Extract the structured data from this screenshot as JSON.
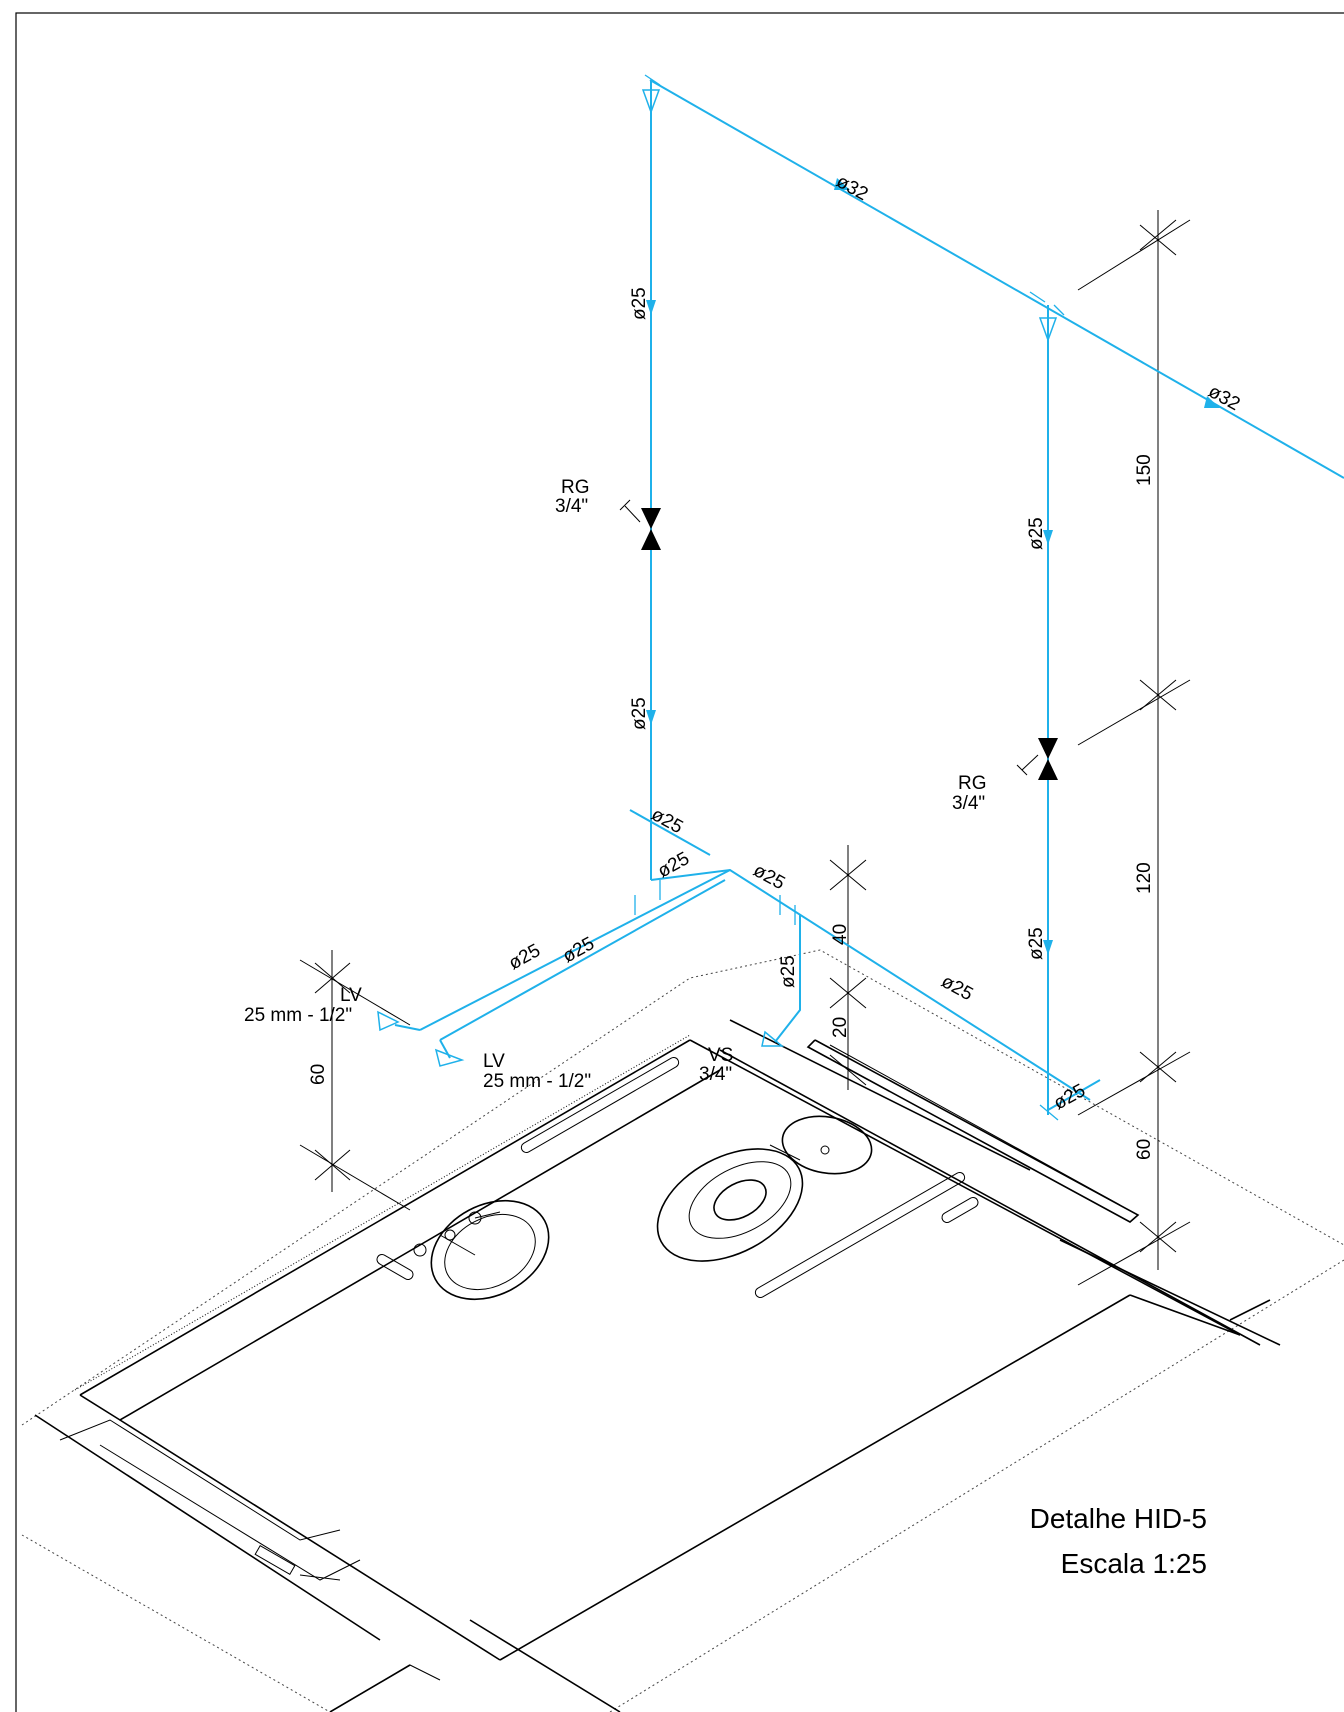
{
  "colors": {
    "pipe": "#1fb1ea",
    "line": "#000000",
    "background": "#ffffff"
  },
  "title": {
    "line1": "Detalhe HID-5",
    "line2": "Escala 1:25"
  },
  "pipe_labels": {
    "top_main_a": "ø32",
    "top_main_b": "ø32",
    "left_riser_upper": "ø25",
    "left_riser_lower": "ø25",
    "right_riser_upper": "ø25",
    "right_riser_lower": "ø25",
    "branch_left_top": "ø25",
    "branch_left_mid": "ø25",
    "branch_center": "ø25",
    "branch_lv_1": "ø25",
    "branch_lv_2": "ø25",
    "vs_drop": "ø25",
    "branch_right": "ø25",
    "right_junction": "ø25"
  },
  "valves": {
    "left": {
      "name": "RG",
      "size": "3/4\""
    },
    "right": {
      "name": "RG",
      "size": "3/4\""
    }
  },
  "fixtures": {
    "lv_upper": {
      "name": "LV",
      "size": "25 mm - 1/2\""
    },
    "lv_lower": {
      "name": "LV",
      "size": "25 mm - 1/2\""
    },
    "vs": {
      "name": "VS",
      "size": "3/4\""
    }
  },
  "dimensions": {
    "right_upper": "150",
    "right_middle": "120",
    "right_lower": "60",
    "center_upper": "40",
    "center_lower": "20",
    "left": "60"
  }
}
